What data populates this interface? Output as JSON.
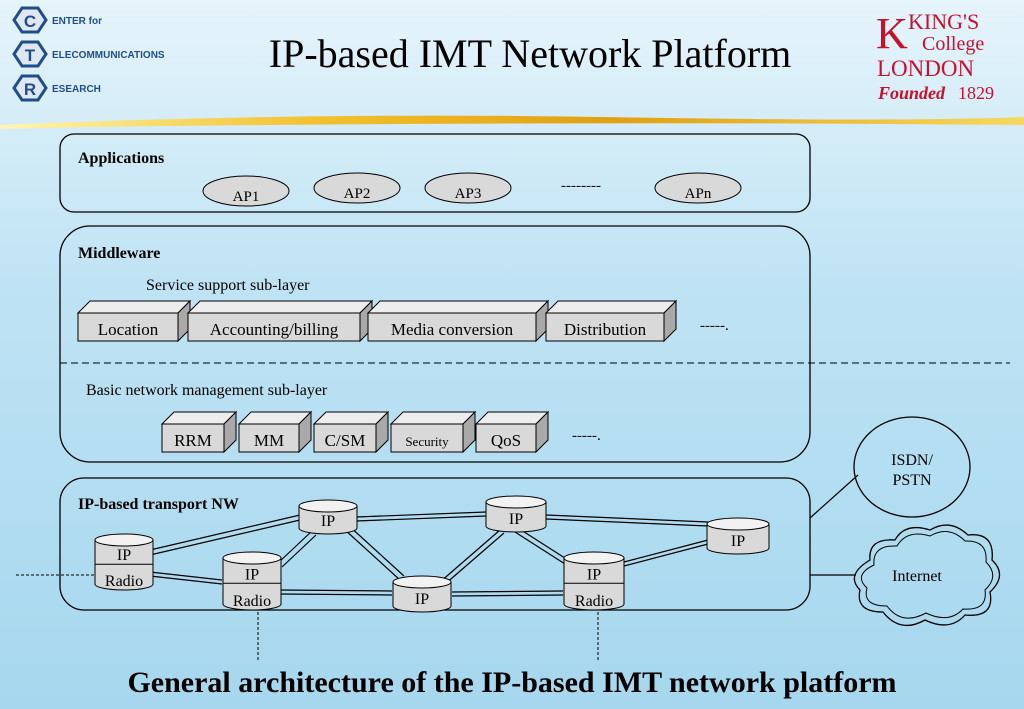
{
  "header": {
    "title": "IP-based IMT Network Platform",
    "ctr_logo": {
      "letters": [
        "C",
        "T",
        "R"
      ],
      "lines": [
        "ENTER for",
        "ELECOMMUNICATIONS",
        "ESEARCH"
      ]
    },
    "kcl_logo": {
      "line1": "KING'S",
      "line2": "College",
      "line3": "LONDON",
      "line4_italic": "Founded",
      "line4_year": "1829"
    }
  },
  "applications": {
    "label": "Applications",
    "items": [
      "AP1",
      "AP2",
      "AP3",
      "--------",
      "APn"
    ]
  },
  "middleware": {
    "label": "Middleware",
    "service_sublayer": {
      "label": "Service support sub-layer",
      "blocks": [
        "Location",
        "Accounting/billing",
        "Media conversion",
        "Distribution"
      ],
      "more": "-----."
    },
    "basic_sublayer": {
      "label": "Basic network management sub-layer",
      "blocks": [
        "RRM",
        "MM",
        "C/SM",
        "Security",
        "QoS"
      ],
      "more": "-----."
    }
  },
  "transport": {
    "label": "IP-based transport NW",
    "node_ip": "IP",
    "node_radio": "Radio"
  },
  "external": {
    "isdn_line1": "ISDN/",
    "isdn_line2": "PSTN",
    "internet": "Internet"
  },
  "caption": "General architecture of the IP-based IMT network platform",
  "colors": {
    "box_face": "#d9d9d9",
    "box_side": "#a9a9a9",
    "box_top": "#ededed",
    "kcl_red": "#c8102e",
    "logo_blue": "#1f4e8c"
  }
}
